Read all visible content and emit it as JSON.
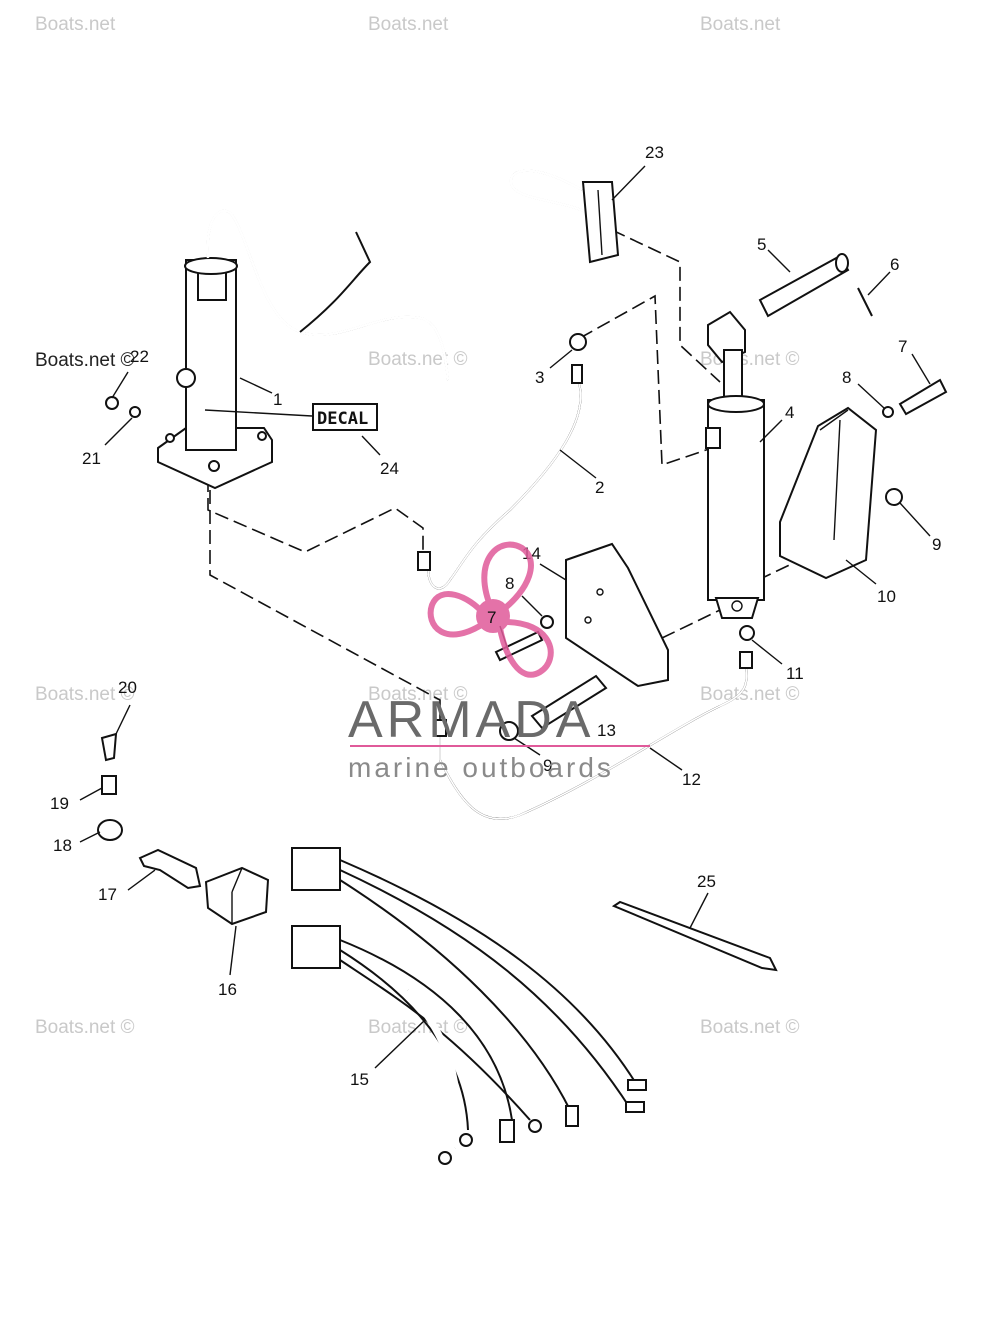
{
  "watermark": {
    "text": "Boats.net",
    "copyright_text": "Boats.net ©"
  },
  "decal_label": "DECAL",
  "logo": {
    "brand": "ARMADA",
    "tagline": "marine outboards",
    "accent_color": "#e05a9a"
  },
  "callouts": [
    "1",
    "2",
    "3",
    "4",
    "5",
    "6",
    "7",
    "8",
    "9",
    "10",
    "11",
    "12",
    "13",
    "14",
    "15",
    "16",
    "17",
    "18",
    "19",
    "20",
    "21",
    "22",
    "23",
    "24",
    "25"
  ],
  "extra_callouts": [
    "7",
    "8",
    "9"
  ]
}
